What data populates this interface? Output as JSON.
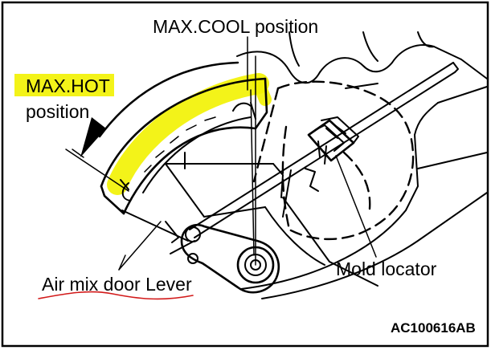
{
  "labels": {
    "max_cool": "MAX.COOL position",
    "max_hot_line1": "MAX.HOT",
    "max_hot_line2": "position",
    "air_mix_lever": "Air mix door Lever",
    "mold_locator": "Mold locator",
    "figure_code": "AC100616AB"
  },
  "colors": {
    "highlight": "#f2f200",
    "underline": "#d21919",
    "ink": "#000000"
  },
  "icons": {
    "direction_arrow": "curved-arrow-icon"
  }
}
